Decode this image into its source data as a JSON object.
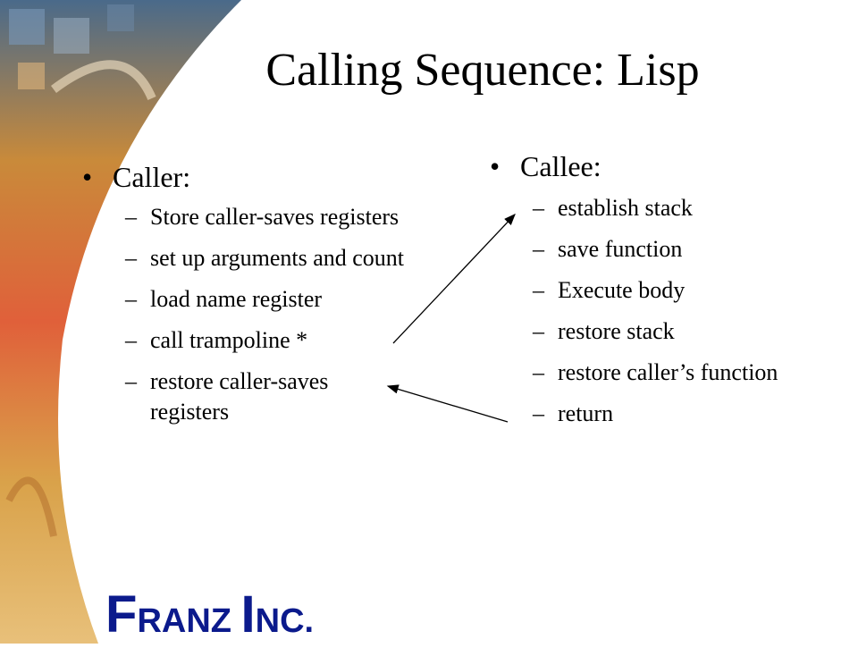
{
  "slide": {
    "title": "Calling Sequence: Lisp"
  },
  "caller": {
    "bullet": "•",
    "heading": "Caller:",
    "items": [
      "Store caller-saves registers",
      "set up arguments and count",
      "load name register",
      "call trampoline *",
      "restore caller-saves registers"
    ]
  },
  "callee": {
    "bullet": "•",
    "heading": "Callee:",
    "items": [
      "establish stack",
      "save function",
      "Execute body",
      "restore stack",
      "restore caller’s function",
      "return"
    ]
  },
  "dash": "–",
  "logo": {
    "f": "F",
    "ranz": "RANZ ",
    "i": "I",
    "nc": "NC."
  }
}
